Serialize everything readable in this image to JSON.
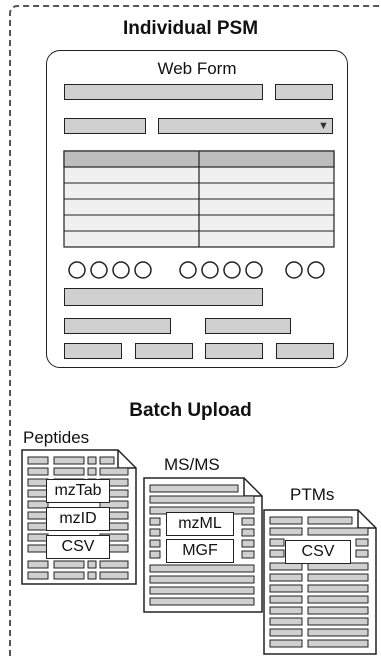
{
  "sections": {
    "individual": {
      "title": "Individual PSM"
    },
    "web_form": {
      "title": "Web Form",
      "select_arrow": "▼"
    },
    "batch": {
      "title": "Batch Upload"
    }
  },
  "files": {
    "peptides": {
      "label": "Peptides",
      "formats": [
        "mzTab",
        "mzID",
        "CSV"
      ]
    },
    "msms": {
      "label": "MS/MS",
      "formats": [
        "mzML",
        "MGF"
      ]
    },
    "ptms": {
      "label": "PTMs",
      "formats": [
        "CSV"
      ]
    }
  },
  "colors": {
    "field_fill": "#d0d0d0",
    "outline": "#222222",
    "dash": "#555555"
  }
}
